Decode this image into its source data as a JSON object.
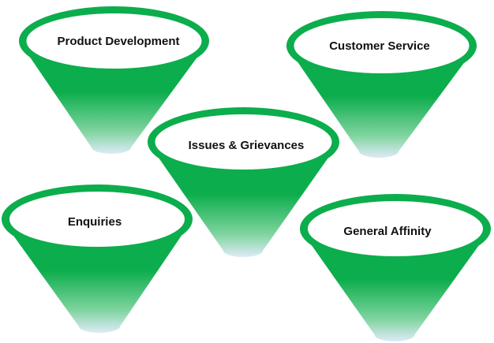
{
  "colors": {
    "funnel_green": "#0cad4c",
    "funnel_fade": "#dfeaf7",
    "rim_fill": "#ffffff",
    "text": "#111111"
  },
  "funnels": [
    {
      "label": "Product Development"
    },
    {
      "label": "Customer Service"
    },
    {
      "label": "Issues & Grievances"
    },
    {
      "label": "Enquiries"
    },
    {
      "label": "General Affinity"
    }
  ]
}
